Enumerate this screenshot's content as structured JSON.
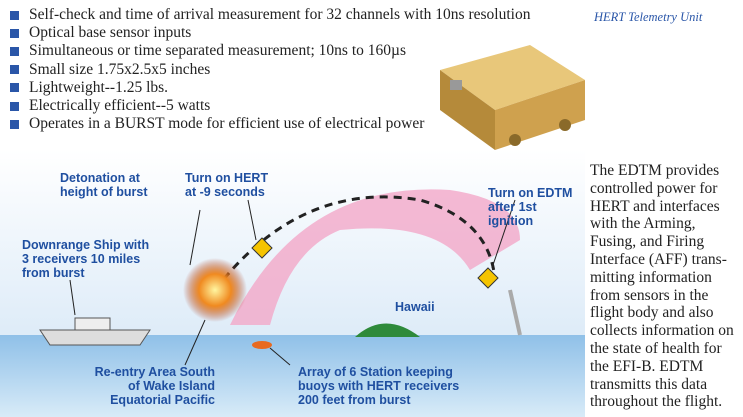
{
  "features": [
    "Self-check and time of arrival measurement for 32 channels with 10ns resolution",
    "Optical base sensor inputs",
    "Simultaneous or time separated measurement; 10ns to 160µs",
    "Small size 1.75x2.5x5 inches",
    "Lightweight--1.25 lbs.",
    "Electrically efficient--5 watts",
    "Operates in a BURST mode for efficient use of electrical power"
  ],
  "caption": "HERT Telemetry Unit",
  "description": "The EDTM provides controlled power for HERT and interfaces with the Arming, Fusing, and Firing Interface (AFF) trans-mitting information from sensors in the flight body and also collects information on the state of health for the EFI-B. EDTM transmitts this data throughout the flight.",
  "diagram": {
    "detonation": "Detonation at height of burst",
    "turn_on_hert": "Turn on HERT at -9 seconds",
    "turn_on_edtm": "Turn on EDTM after 1st ignition",
    "ship": "Downrange Ship with 3 receivers 10 miles from burst",
    "hawaii": "Hawaii",
    "reentry": "Re-entry Area South of Wake Island Equatorial Pacific",
    "buoys": "Array of 6 Station keeping buoys with HERT receivers 200 feet from burst"
  },
  "colors": {
    "accent": "#2a56a8",
    "label": "#1f4fa0",
    "arc": "#f2a8c8"
  }
}
